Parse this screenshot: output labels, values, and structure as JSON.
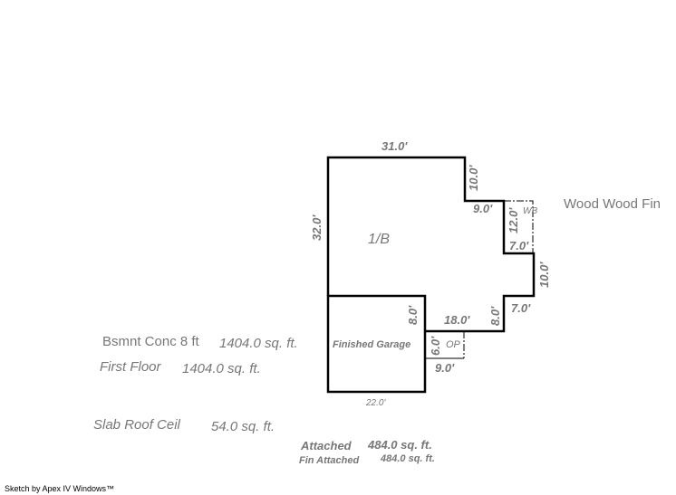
{
  "sketch": {
    "dimensions": {
      "top": "31.0'",
      "left": "32.0'",
      "step_down_right": "10.0'",
      "step_in": "9.0'",
      "wb_height": "12.0'",
      "wb_bottom": "7.0'",
      "right_bump": "10.0'",
      "bump_bottom": "7.0'",
      "step_down_lower": "8.0'",
      "lower_run": "18.0'",
      "garage_right": "8.0'",
      "op_height": "6.0'",
      "op_width": "9.0'",
      "garage_bottom": "22.0'"
    },
    "areas": {
      "main": "1/B",
      "wb": "WB",
      "op": "OP",
      "garage": "Finished Garage"
    },
    "wood_label": "Wood Wood Fin"
  },
  "summary": [
    {
      "label": "Bsmnt Conc 8 ft",
      "value": "1404.0 sq. ft."
    },
    {
      "label": "First Floor",
      "value": "1404.0 sq. ft."
    },
    {
      "label": "Slab Roof Ceil",
      "value": "54.0 sq. ft."
    },
    {
      "label": "Attached",
      "value": "484.0 sq. ft."
    },
    {
      "label": "Fin Attached",
      "value": "484.0 sq. ft."
    }
  ],
  "footer": "Sketch by Apex IV Windows™"
}
